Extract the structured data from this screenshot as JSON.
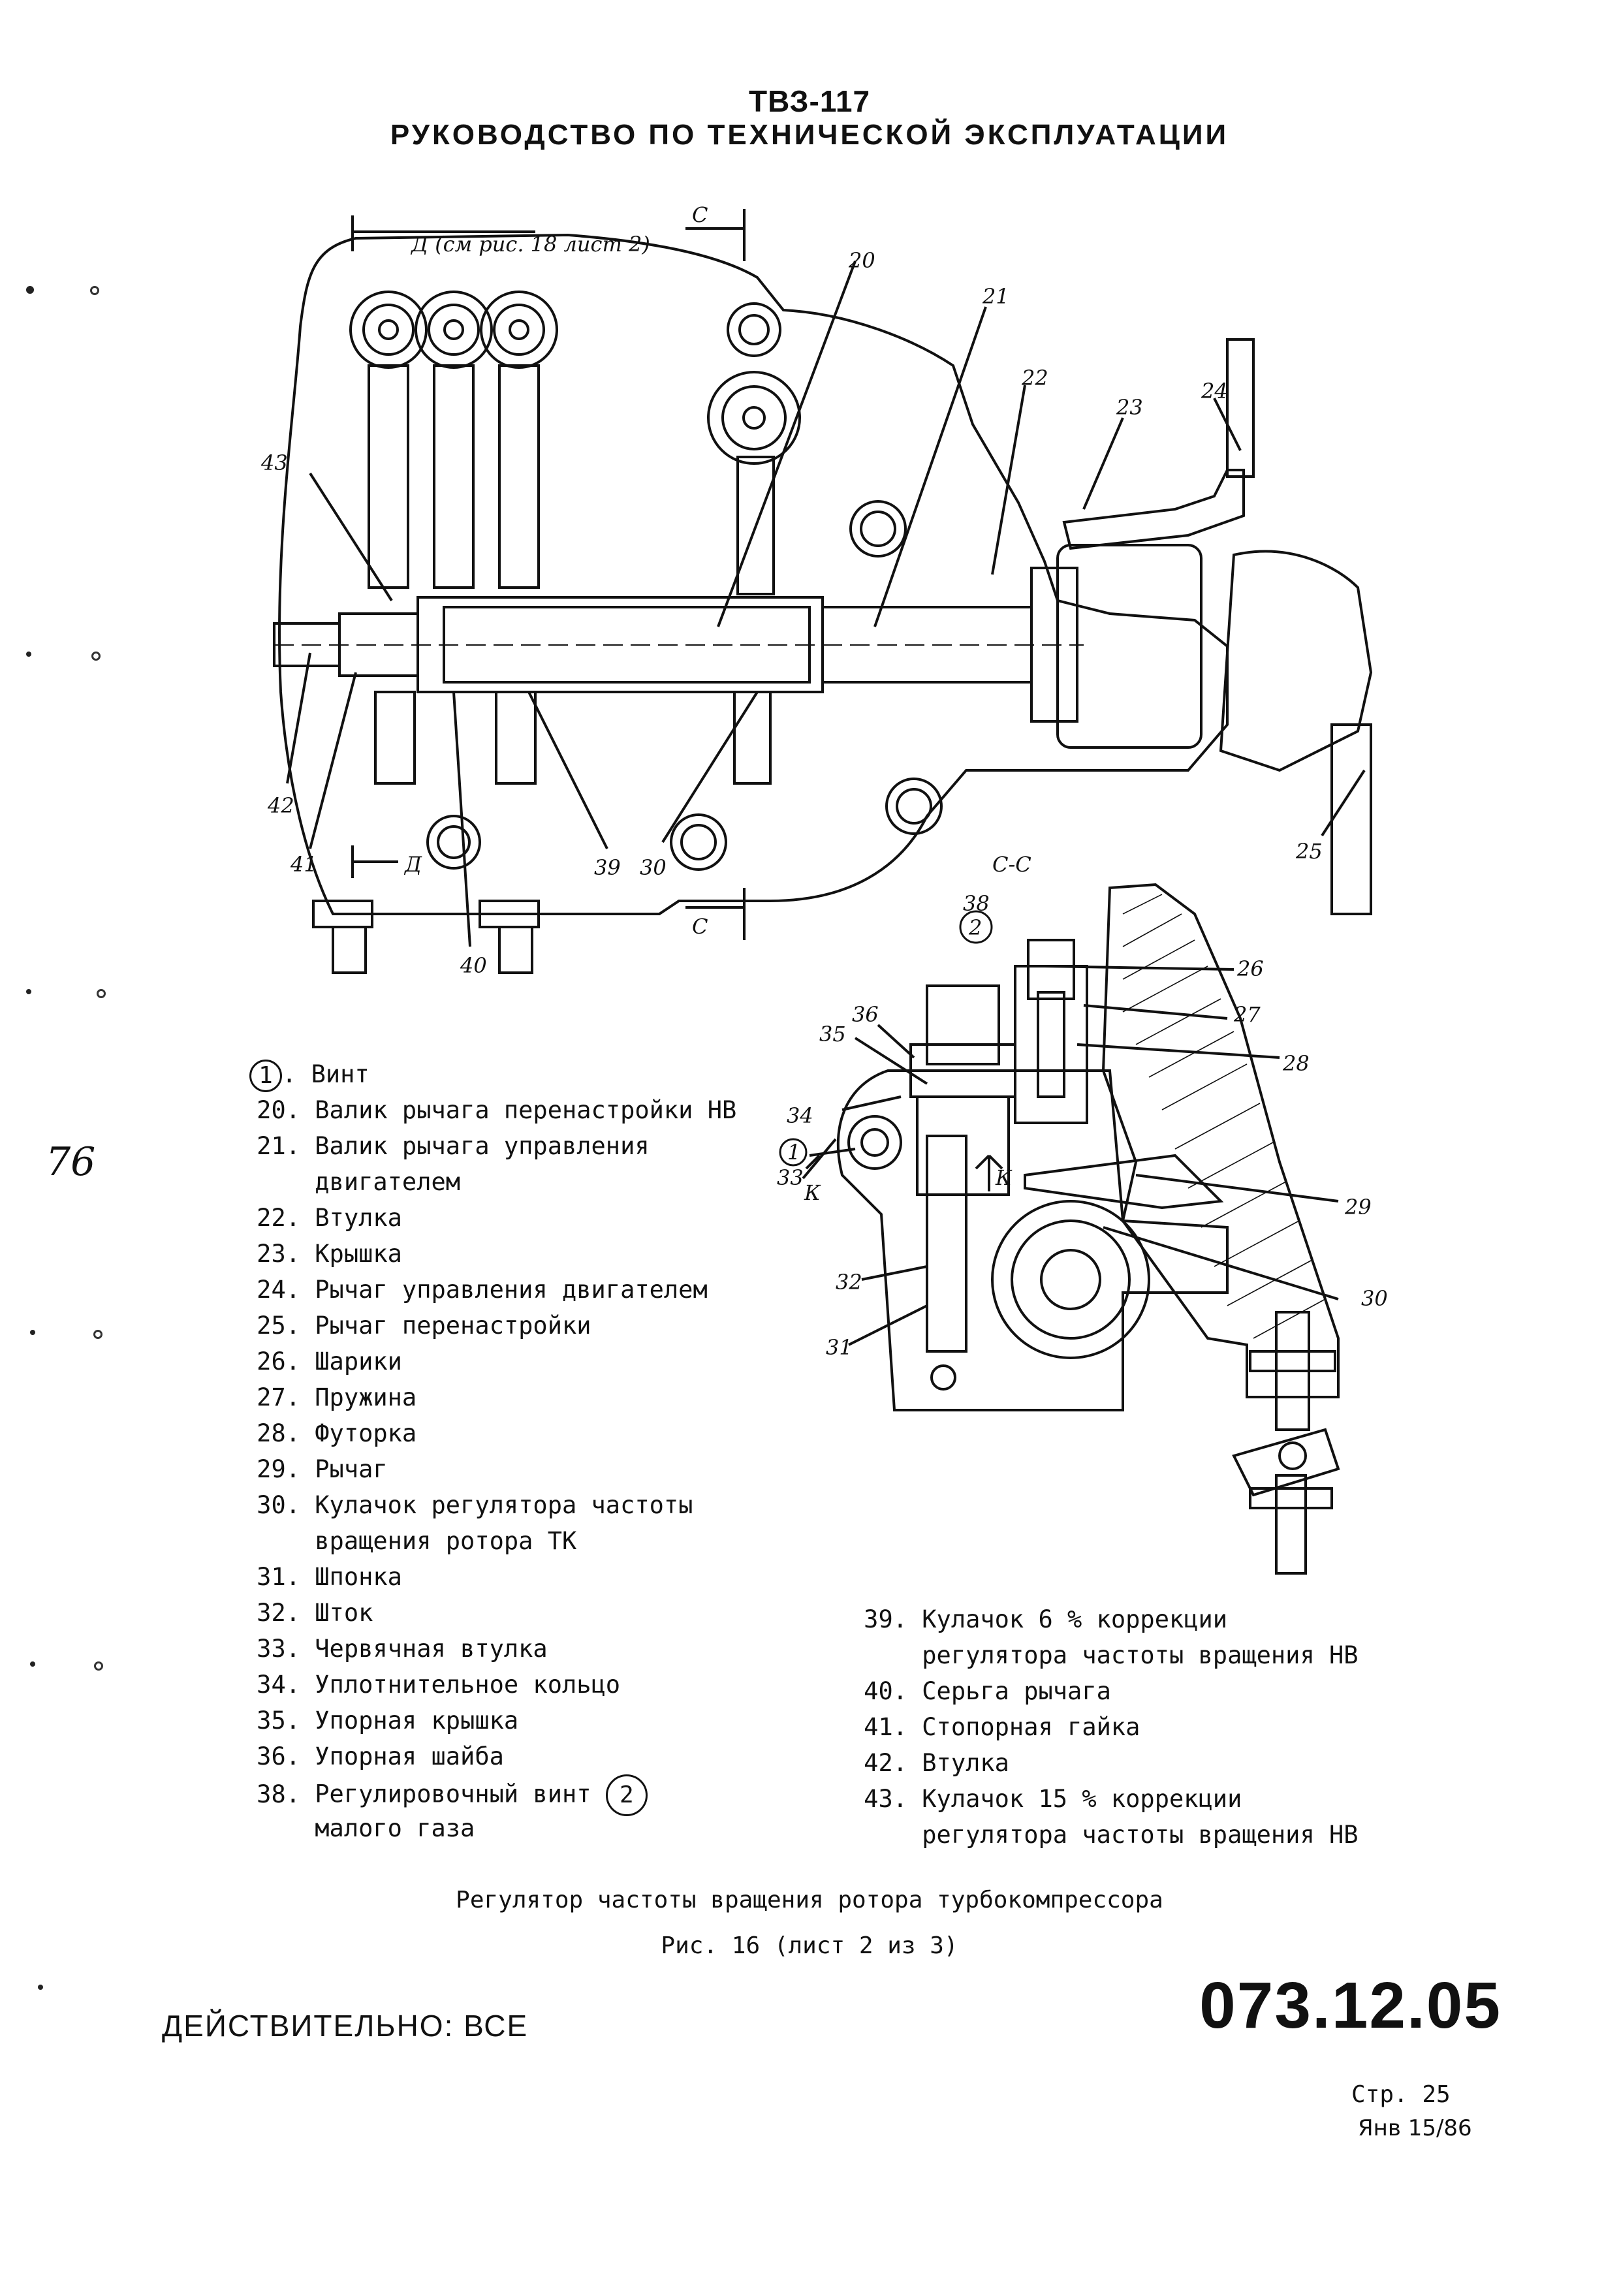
{
  "header": {
    "model": "ТВЗ-117",
    "title": "РУКОВОДСТВО ПО ТЕХНИЧЕСКОЙ ЭКСПЛУАТАЦИИ"
  },
  "drawing": {
    "view_d_ref": "Д (см рис. 18 лист 2)",
    "section_c": "С",
    "section_d": "Д",
    "section_cc": "С-С",
    "section_k": "К",
    "callouts_top": [
      "20",
      "21",
      "22",
      "23",
      "24",
      "43",
      "42",
      "41",
      "40",
      "39",
      "30",
      "25"
    ],
    "callouts_bottom": [
      "38",
      "26",
      "27",
      "36",
      "35",
      "28",
      "34",
      "33",
      "29",
      "32",
      "30",
      "31"
    ],
    "circled_marks": [
      "1",
      "2"
    ]
  },
  "legend_left": [
    {
      "num": "1",
      "circled": true,
      "text": "Винт"
    },
    {
      "num": "20.",
      "text": "Валик рычага перенастройки НВ"
    },
    {
      "num": "21.",
      "text": "Валик рычага управления"
    },
    {
      "num": "",
      "text": "двигателем"
    },
    {
      "num": "22.",
      "text": "Втулка"
    },
    {
      "num": "23.",
      "text": "Крышка"
    },
    {
      "num": "24.",
      "text": "Рычаг управления двигателем"
    },
    {
      "num": "25.",
      "text": "Рычаг перенастройки"
    },
    {
      "num": "26.",
      "text": "Шарики"
    },
    {
      "num": "27.",
      "text": "Пружина"
    },
    {
      "num": "28.",
      "text": "Футорка"
    },
    {
      "num": "29.",
      "text": "Рычаг"
    },
    {
      "num": "30.",
      "text": "Кулачок регулятора частоты"
    },
    {
      "num": "",
      "text": "вращения ротора ТК"
    },
    {
      "num": "31.",
      "text": "Шпонка"
    },
    {
      "num": "32.",
      "text": "Шток"
    },
    {
      "num": "33.",
      "text": "Червячная втулка"
    },
    {
      "num": "34.",
      "text": "Уплотнительное кольцо"
    },
    {
      "num": "35.",
      "text": "Упорная крышка"
    },
    {
      "num": "36.",
      "text": "Упорная шайба"
    },
    {
      "num": "38.",
      "text": "Регулировочный винт",
      "circle_after": "2"
    },
    {
      "num": "",
      "text": "малого газа"
    }
  ],
  "legend_right": [
    {
      "num": "39.",
      "text": "Кулачок 6 % коррекции"
    },
    {
      "num": "",
      "text": "регулятора частоты вращения НВ"
    },
    {
      "num": "40.",
      "text": "Серьга рычага"
    },
    {
      "num": "41.",
      "text": "Стопорная гайка"
    },
    {
      "num": "42.",
      "text": "Втулка"
    },
    {
      "num": "43.",
      "text": "Кулачок 15 % коррекции"
    },
    {
      "num": "",
      "text": "регулятора частоты вращения НВ"
    }
  ],
  "caption": {
    "title": "Регулятор частоты вращения ротора турбокомпрессора",
    "figure": "Рис. 16 (лист 2 из 3)"
  },
  "footer": {
    "validity": "ДЕЙСТВИТЕЛЬНО: ВСЕ",
    "doc_number": "073.12.05",
    "page": "Стр. 25",
    "date": "Янв 15/86",
    "margin_note": "76"
  }
}
